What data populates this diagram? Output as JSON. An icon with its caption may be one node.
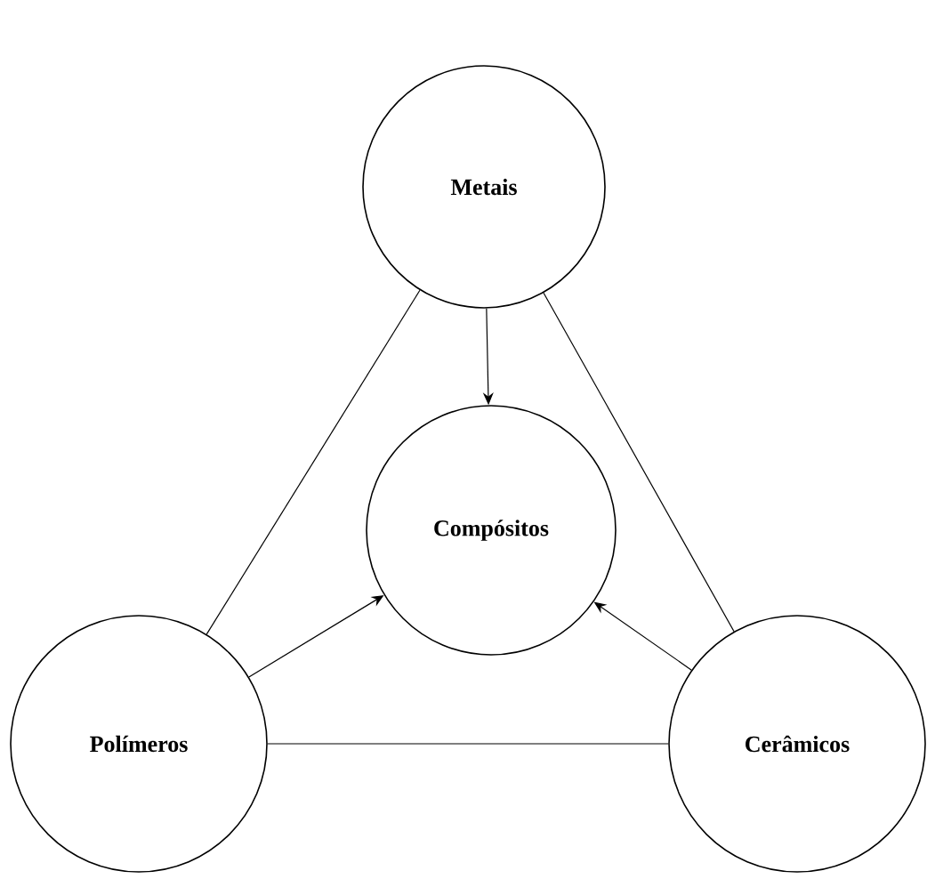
{
  "diagram": {
    "nodes": [
      {
        "text": [
          "Metais"
        ]
      },
      {
        "text": [
          "Compósitos"
        ]
      },
      {
        "text": [
          "Polímeros"
        ]
      },
      {
        "text": [
          "Cerâmicos"
        ]
      }
    ],
    "edges": [
      {
        "from": 0,
        "to": 2,
        "arrow": "none"
      },
      {
        "from": 0,
        "to": 3,
        "arrow": "none"
      },
      {
        "from": 2,
        "to": 3,
        "arrow": "none"
      },
      {
        "from": 0,
        "to": 1,
        "arrow": "to"
      },
      {
        "from": 2,
        "to": 1,
        "arrow": "to"
      },
      {
        "from": 3,
        "to": 1,
        "arrow": "to"
      }
    ]
  }
}
